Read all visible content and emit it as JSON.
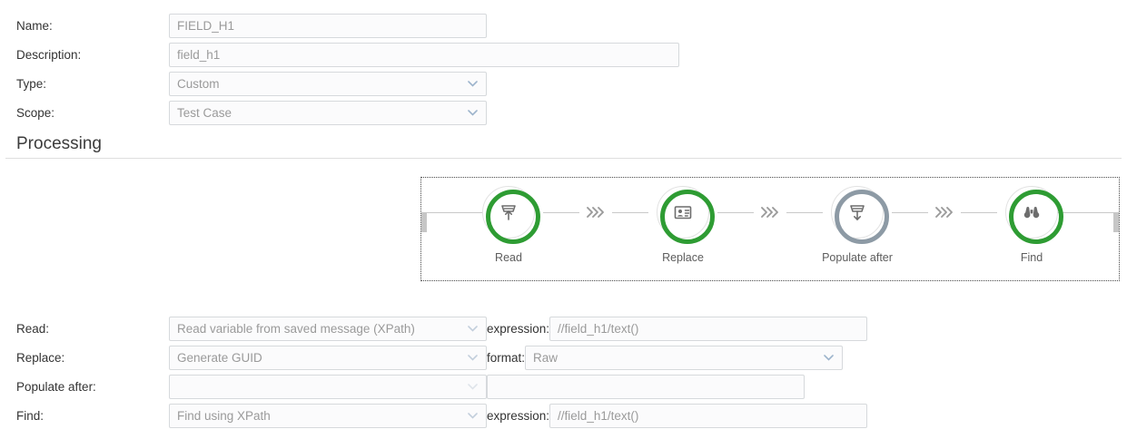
{
  "form": {
    "name": {
      "label": "Name:",
      "value": "FIELD_H1"
    },
    "description": {
      "label": "Description:",
      "value": "field_h1"
    },
    "type": {
      "label": "Type:",
      "value": "Custom"
    },
    "scope": {
      "label": "Scope:",
      "value": "Test Case"
    }
  },
  "section": {
    "processing_title": "Processing"
  },
  "flow": {
    "nodes": [
      {
        "label": "Read",
        "icon": "inbox-up-icon",
        "state": "active"
      },
      {
        "label": "Replace",
        "icon": "id-card-icon",
        "state": "active"
      },
      {
        "label": "Populate after",
        "icon": "outbox-down-icon",
        "state": "inactive"
      },
      {
        "label": "Find",
        "icon": "binoculars-icon",
        "state": "active"
      }
    ],
    "connector_icon": "triple-chevron-right-icon"
  },
  "processing": {
    "read": {
      "label": "Read:",
      "select_value": "Read variable from saved message (XPath)",
      "aux_label": "expression:",
      "aux_value": "//field_h1/text()"
    },
    "replace": {
      "label": "Replace:",
      "select_value": "Generate GUID",
      "aux_label": "format:",
      "aux_value": "Raw"
    },
    "populate_after": {
      "label": "Populate after:",
      "select_value": "",
      "aux_label": "",
      "aux_value": ""
    },
    "find": {
      "label": "Find:",
      "select_value": "Find using XPath",
      "aux_label": "expression:",
      "aux_value": "//field_h1/text()"
    }
  },
  "colors": {
    "active_ring": "#2e9c33",
    "inactive_ring": "#8d9aa5",
    "chevron": "#9db4cc",
    "field_border": "#d6d9dc"
  }
}
